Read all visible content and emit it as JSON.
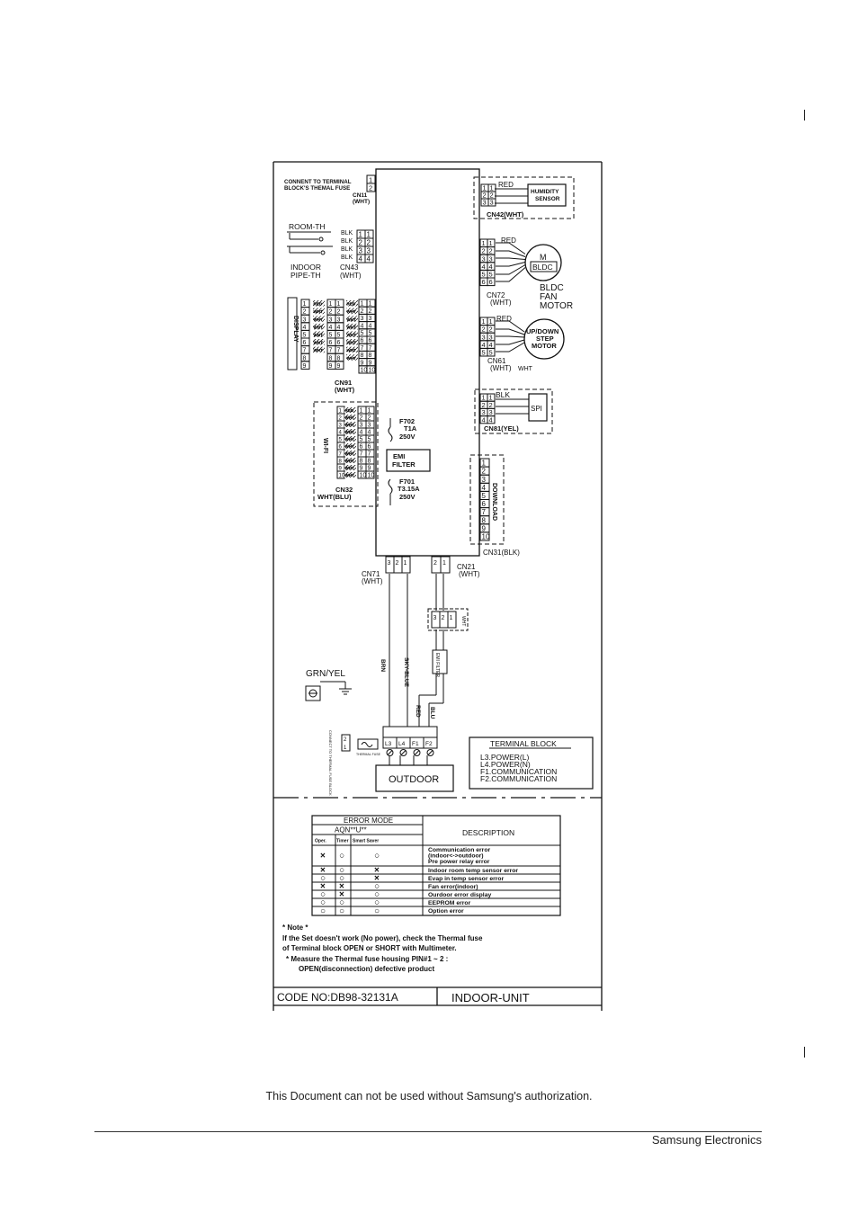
{
  "schematic": {
    "top": {
      "connect_note_1": "CONNENT TO TERMINAL",
      "connect_note_2": "BLOCK'S THEMAL FUSE",
      "cn11": "CN11",
      "cn11_color": "(WHT)",
      "cn11_pins": [
        "1",
        "2"
      ]
    },
    "sensors": {
      "room_th": "ROOM-TH",
      "indoor_pipe_1": "INDOOR",
      "indoor_pipe_2": "PIPE-TH",
      "wire_blk": "BLK",
      "cn43": "CN43",
      "cn43_color": "(WHT)",
      "pins": [
        "1",
        "2",
        "3",
        "4"
      ]
    },
    "display": {
      "label": "DISPLAY",
      "cn91": "CN91",
      "cn91_color": "(WHT)",
      "wire_red": "RED",
      "wire_wht": "WHT",
      "pins": [
        "1",
        "2",
        "3",
        "4",
        "5",
        "6",
        "7",
        "8",
        "9",
        "10"
      ]
    },
    "wifi": {
      "label": "WI-FI",
      "cn32": "CN32",
      "cn32_color": "WHT(BLU)",
      "wire_red": "RED",
      "wire_wht": "WHT"
    },
    "humidity": {
      "wire_red": "RED",
      "sensor_1": "HUMIDITY",
      "sensor_2": "SENSOR",
      "cn42": "CN42(WHT)",
      "pins": [
        "1",
        "2",
        "3"
      ]
    },
    "fan": {
      "wire_red": "RED",
      "motor_m": "M",
      "motor_bldc": "BLDC",
      "label_1": "BLDC",
      "label_2": "FAN",
      "label_3": "MOTOR",
      "cn72": "CN72",
      "cn72_color": "(WHT)",
      "pins": [
        "1",
        "2",
        "3",
        "4",
        "5",
        "6"
      ]
    },
    "step": {
      "wire_red": "RED",
      "motor_1": "UP/DOWN",
      "motor_2": "STEP",
      "motor_3": "MOTOR",
      "cn61": "CN61",
      "cn61_color": "(WHT)",
      "cn61_extra": "WHT",
      "pins": [
        "1",
        "2",
        "3",
        "4",
        "5"
      ]
    },
    "spi": {
      "wire_blk": "BLK",
      "label": "SPI",
      "cn81": "CN81(YEL)",
      "pins": [
        "1",
        "2",
        "3",
        "4"
      ]
    },
    "download": {
      "label": "DOWNLOAD",
      "cn31": "CN31(BLK)",
      "pins": [
        "1",
        "2",
        "3",
        "4",
        "5",
        "6",
        "7",
        "8",
        "9",
        "10"
      ]
    },
    "fuses": {
      "f702_name": "F702",
      "f702_rating": "T1A",
      "f702_voltage": "250V",
      "emi_1": "EMI",
      "emi_2": "FILTER",
      "f701_name": "F701",
      "f701_rating": "T3.15A",
      "f701_voltage": "250V"
    },
    "bottom": {
      "cn71": "CN71",
      "cn71_color": "(WHT)",
      "cn71_pins": [
        "3",
        "2",
        "1"
      ],
      "cn21": "CN21",
      "cn21_color": "(WHT)",
      "cn21_pins": [
        "2",
        "1"
      ],
      "relay_pins": [
        "3",
        "2",
        "1"
      ],
      "relay_tag": "WHT",
      "wire_brn": "BRN",
      "wire_skyblue": "SKY-BLUE",
      "wire_red": "RED",
      "wire_blu": "BLU",
      "emi_filter": "EMI FILTER",
      "ground": "GRN/YEL",
      "tb_labels": [
        "L3",
        "L4",
        "F1",
        "F2"
      ],
      "thermal_fuse": "THERMAL FUSE",
      "outdoor": "OUTDOOR",
      "side_note": "CONNECT TO THERMAL FUSE BLOCK",
      "side_pins": [
        "2",
        "1"
      ]
    },
    "terminal_legend": {
      "title": "TERMINAL BLOCK",
      "lines": [
        "L3.POWER(L)",
        "L4.POWER(N)",
        "F1.COMMUNICATION",
        "F2.COMMUNICATION"
      ]
    }
  },
  "error_table": {
    "header_mode": "ERROR MODE",
    "header_model": "AQN**U**",
    "header_description": "DESCRIPTION",
    "columns": [
      "Oper.",
      "Timer",
      "Smart Saver"
    ],
    "rows": [
      {
        "oper": "×",
        "timer": "○",
        "saver": "○",
        "desc": [
          "Communication error",
          "(indoor<->outdoor)",
          "Pre power relay error"
        ]
      },
      {
        "oper": "×",
        "timer": "○",
        "saver": "×",
        "desc": [
          "Indoor room temp sensor error"
        ]
      },
      {
        "oper": "○",
        "timer": "○",
        "saver": "×",
        "desc": [
          "Evap in temp sensor error"
        ]
      },
      {
        "oper": "×",
        "timer": "×",
        "saver": "○",
        "desc": [
          "Fan error(indoor)"
        ]
      },
      {
        "oper": "○",
        "timer": "×",
        "saver": "○",
        "desc": [
          "Ourdoor error display"
        ]
      },
      {
        "oper": "○",
        "timer": "○",
        "saver": "○",
        "desc": [
          "EEPROM error"
        ]
      },
      {
        "oper": "○",
        "timer": "○",
        "saver": "○",
        "desc": [
          "Option error"
        ]
      }
    ]
  },
  "notes": {
    "heading": "* Note *",
    "line1": "If the Set doesn't work (No power), check the Thermal fuse",
    "line2": "of Terminal block  OPEN or SHORT with Multimeter.",
    "line3": "* Measure the Thermal fuse housing PIN#1 ~ 2 :",
    "line4": "OPEN(disconnection)    defective product"
  },
  "title_block": {
    "code": "CODE NO:DB98-32131A",
    "unit": "INDOOR-UNIT"
  },
  "footer": {
    "notice": "This Document can not be used without Samsung's authorization.",
    "company": "Samsung Electronics"
  }
}
